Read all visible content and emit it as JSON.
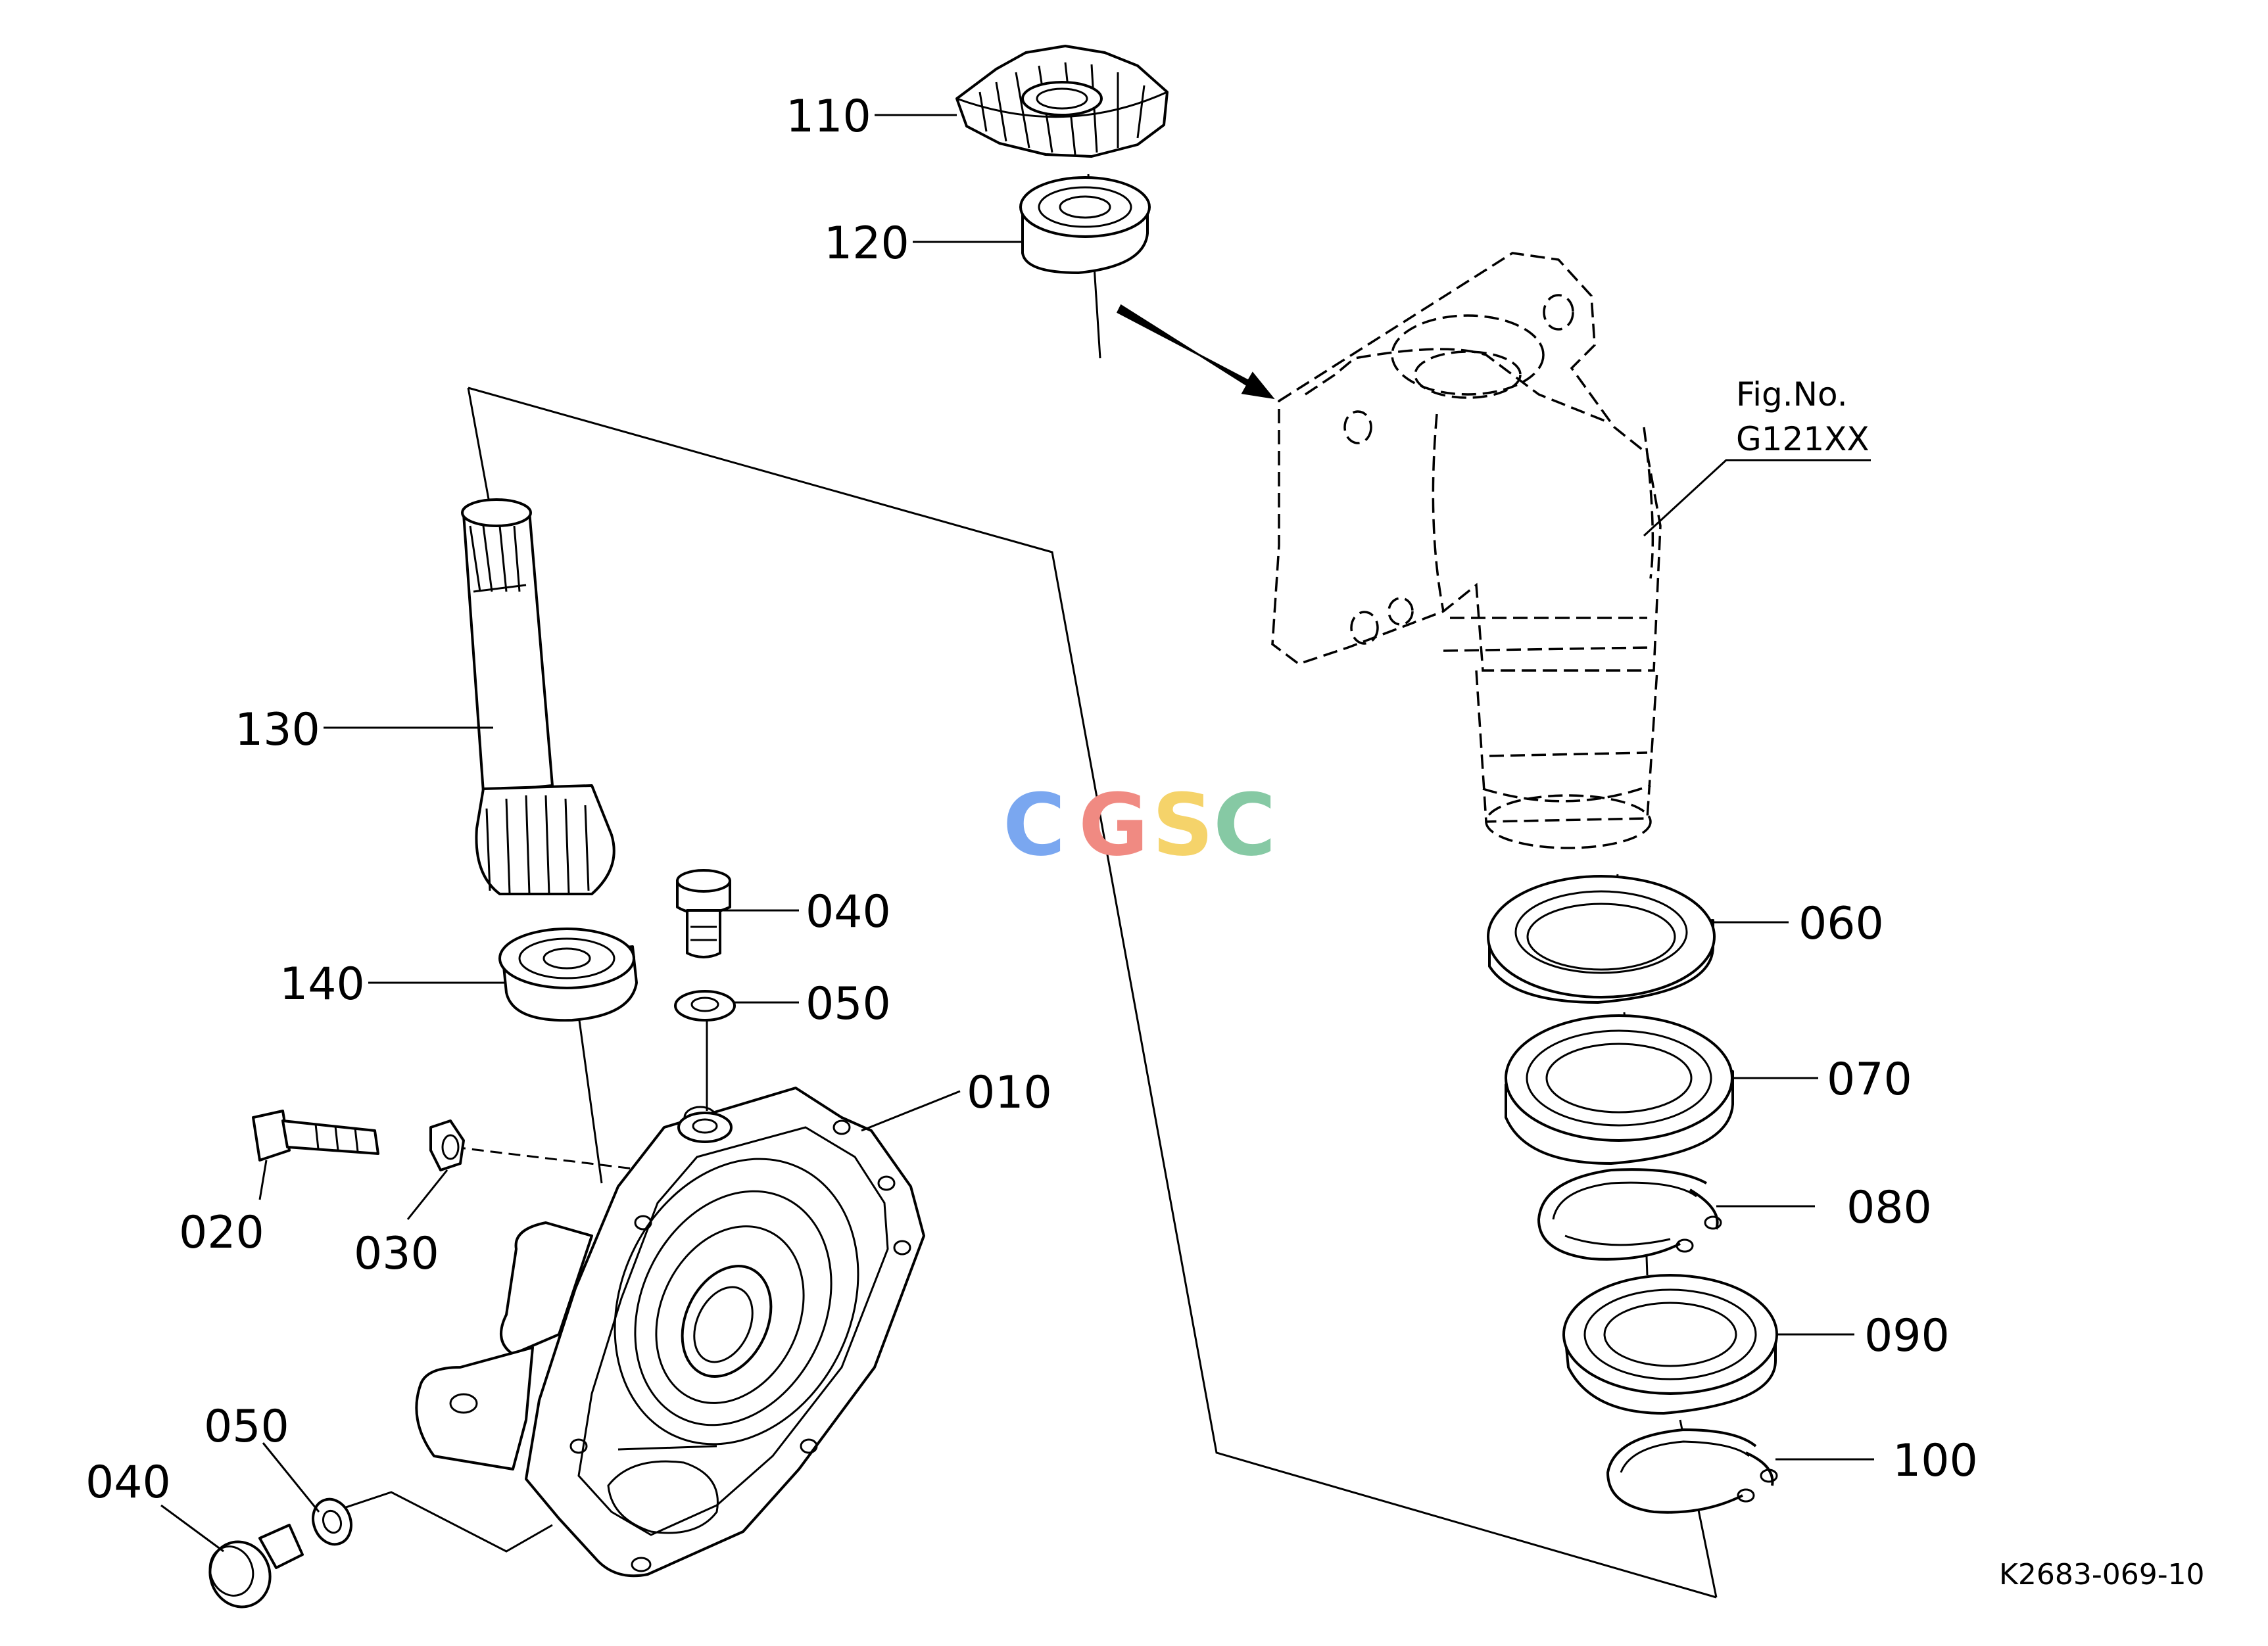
{
  "figure_ref": {
    "line1": "Fig.No.",
    "line2": "G121XX"
  },
  "drawing_code": "K2683-069-10",
  "watermark": {
    "letters": [
      "C",
      "G",
      "S",
      "C"
    ],
    "colors": [
      "#7aa7f0",
      "#f08a82",
      "#f5d36a",
      "#86c9a4"
    ]
  },
  "callouts": {
    "p110": "110",
    "p120": "120",
    "p130": "130",
    "p140": "140",
    "p040_top": "040",
    "p050_top": "050",
    "p010": "010",
    "p020": "020",
    "p030": "030",
    "p050_bottom": "050",
    "p040_bottom": "040",
    "p060": "060",
    "p070": "070",
    "p080": "080",
    "p090": "090",
    "p100": "100"
  }
}
